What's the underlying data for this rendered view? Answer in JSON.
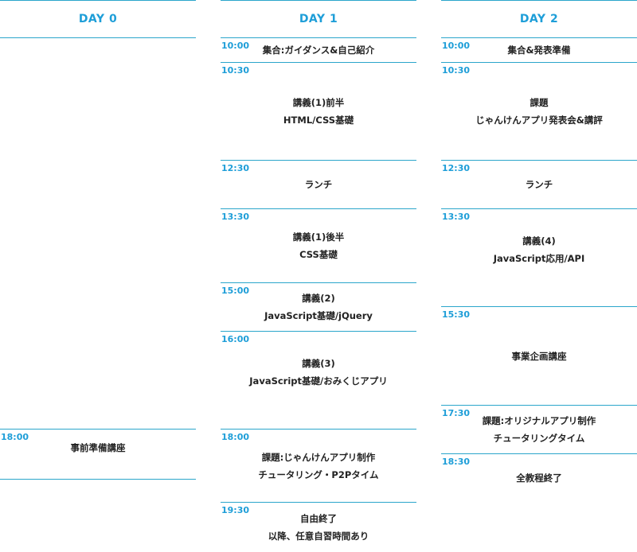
{
  "accent_color": "#1e9ed8",
  "days": [
    {
      "title": "DAY 0",
      "slots": [
        {
          "time": "18:00",
          "lines": [
            "事前準備講座"
          ]
        }
      ]
    },
    {
      "title": "DAY 1",
      "slots": [
        {
          "time": "10:00",
          "lines": [
            "集合:ガイダンス&自己紹介"
          ]
        },
        {
          "time": "10:30",
          "lines": [
            "講義(1)前半",
            "HTML/CSS基礎"
          ]
        },
        {
          "time": "12:30",
          "lines": [
            "ランチ"
          ]
        },
        {
          "time": "13:30",
          "lines": [
            "講義(1)後半",
            "CSS基礎"
          ]
        },
        {
          "time": "15:00",
          "lines": [
            "講義(2)",
            "JavaScript基礎/jQuery"
          ]
        },
        {
          "time": "16:00",
          "lines": [
            "講義(3)",
            "JavaScript基礎/おみくじアプリ"
          ]
        },
        {
          "time": "18:00",
          "lines": [
            "課題:じゃんけんアプリ制作",
            "チュータリング・P2Pタイム"
          ]
        },
        {
          "time": "19:30",
          "lines": [
            "自由終了",
            "以降、任意自習時間あり"
          ]
        }
      ]
    },
    {
      "title": "DAY 2",
      "slots": [
        {
          "time": "10:00",
          "lines": [
            "集合&発表準備"
          ]
        },
        {
          "time": "10:30",
          "lines": [
            "課題",
            "じゃんけんアプリ発表会&講評"
          ]
        },
        {
          "time": "12:30",
          "lines": [
            "ランチ"
          ]
        },
        {
          "time": "13:30",
          "lines": [
            "講義(4)",
            "JavaScript応用/API"
          ]
        },
        {
          "time": "15:30",
          "lines": [
            "事業企画講座"
          ]
        },
        {
          "time": "17:30",
          "lines": [
            "課題:オリジナルアプリ制作",
            "チュータリングタイム"
          ]
        },
        {
          "time": "18:30",
          "lines": [
            "全教程終了"
          ]
        }
      ]
    }
  ]
}
